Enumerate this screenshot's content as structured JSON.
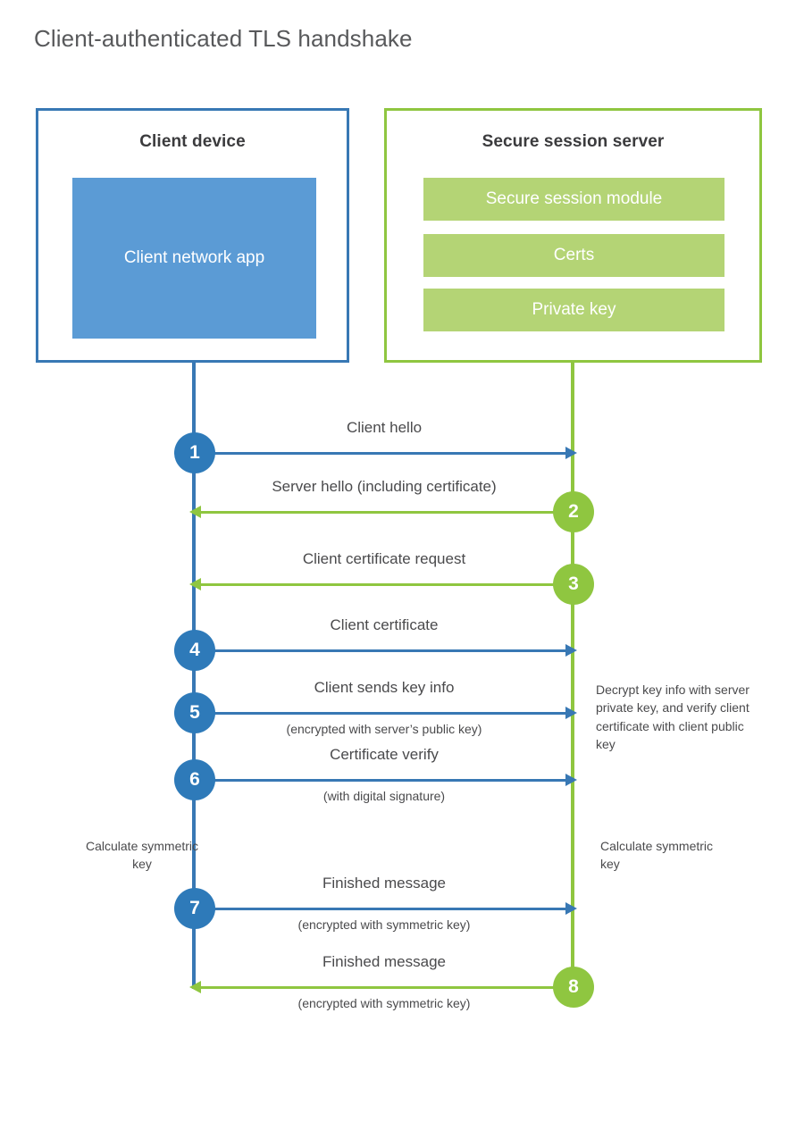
{
  "title": "Client-authenticated TLS handshake",
  "colors": {
    "blue_accent": "#3878b4",
    "blue_circle": "#2e7ab9",
    "blue_app_fill": "#5b9bd5",
    "green_accent": "#8fc640",
    "green_bar_fill": "#b4d475",
    "text": "#4a4a4c",
    "title_text": "#58595b"
  },
  "actors": {
    "client": {
      "title": "Client device",
      "app_label": "Client network app"
    },
    "server": {
      "title": "Secure session server",
      "components": [
        "Secure session module",
        "Certs",
        "Private key"
      ]
    }
  },
  "messages": [
    {
      "step": "1",
      "label": "Client hello",
      "sub": "",
      "direction": "client-to-server",
      "color": "blue"
    },
    {
      "step": "2",
      "label": "Server hello (including certificate)",
      "sub": "",
      "direction": "server-to-client",
      "color": "green"
    },
    {
      "step": "3",
      "label": "Client certificate request",
      "sub": "",
      "direction": "server-to-client",
      "color": "green"
    },
    {
      "step": "4",
      "label": "Client certificate",
      "sub": "",
      "direction": "client-to-server",
      "color": "blue"
    },
    {
      "step": "5",
      "label": "Client sends key info",
      "sub": "(encrypted with server’s public key)",
      "direction": "client-to-server",
      "color": "blue"
    },
    {
      "step": "6",
      "label": "Certificate verify",
      "sub": "(with digital signature)",
      "direction": "client-to-server",
      "color": "blue"
    },
    {
      "step": "7",
      "label": "Finished message",
      "sub": "(encrypted with symmetric key)",
      "direction": "client-to-server",
      "color": "blue"
    },
    {
      "step": "8",
      "label": "Finished message",
      "sub": "(encrypted with symmetric key)",
      "direction": "server-to-client",
      "color": "green"
    }
  ],
  "notes": {
    "decrypt": "Decrypt key info with server private key, and verify client certificate with client public key",
    "calculate_client": "Calculate symmetric key",
    "calculate_server": "Calculate symmetric key"
  }
}
